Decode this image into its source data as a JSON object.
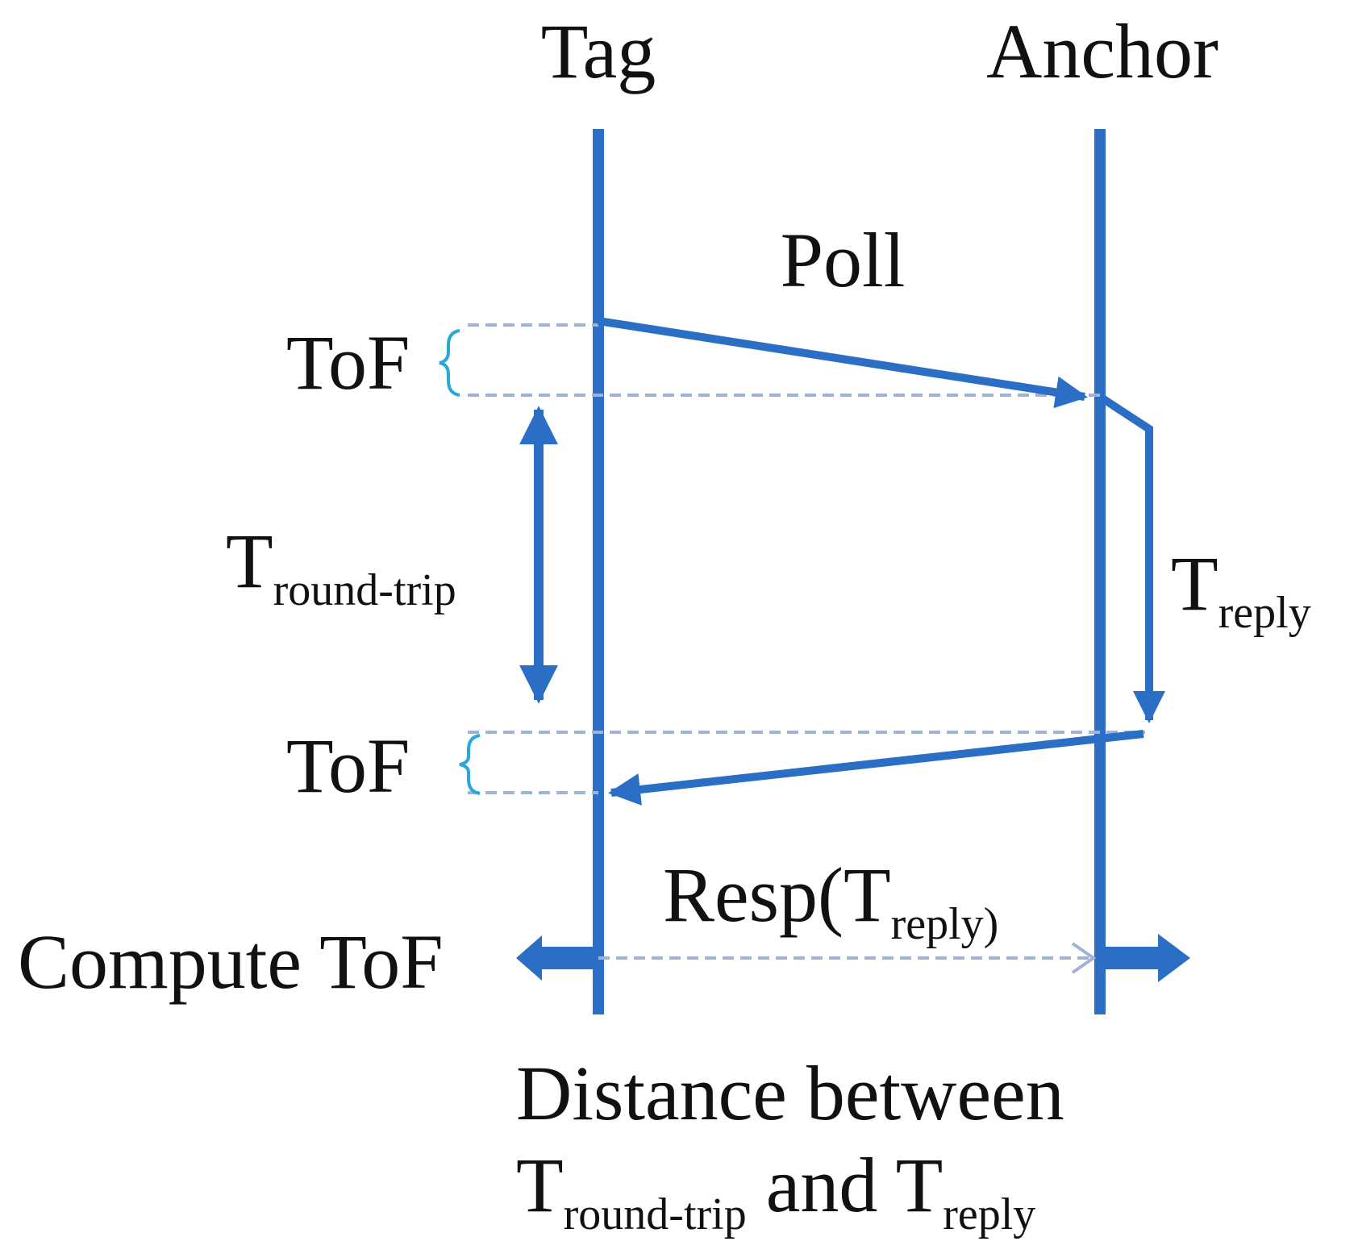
{
  "participants": {
    "tag": "Tag",
    "anchor": "Anchor"
  },
  "messages": {
    "poll": "Poll",
    "resp_prefix": "Resp(T",
    "resp_sub": "reply)"
  },
  "intervals": {
    "tof_top": "ToF",
    "tof_bottom": "ToF",
    "round_trip_main": "T",
    "round_trip_sub": "round-trip",
    "reply_main": "T",
    "reply_sub": "reply"
  },
  "compute": {
    "label": "Compute ToF"
  },
  "caption": {
    "line1": "Distance between",
    "line2_t1": "T",
    "line2_sub1": "round-trip",
    "line2_and": " and T",
    "line2_sub2": "reply"
  },
  "colors": {
    "line": "#2a6ec6",
    "dashed": "#9fb3d8",
    "brace": "#2aa7d8",
    "text": "#111111"
  }
}
